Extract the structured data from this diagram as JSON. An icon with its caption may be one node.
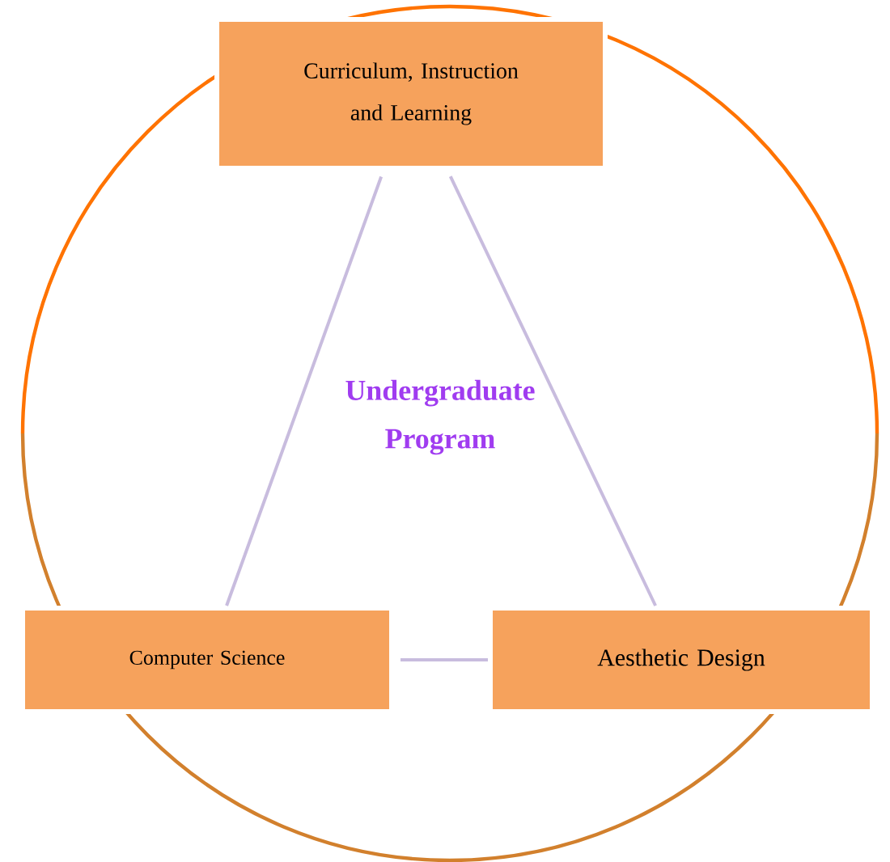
{
  "diagram": {
    "nodes": [
      {
        "text": [
          "Curriculum, Instruction and Learning"
        ]
      },
      {
        "text": [
          "Computer Science"
        ]
      },
      {
        "text": [
          "Aesthetic Design"
        ]
      }
    ],
    "edges": [
      {
        "from": 0,
        "to": 1,
        "arrow": "none"
      },
      {
        "from": 0,
        "to": 2,
        "arrow": "none"
      },
      {
        "from": 1,
        "to": 2,
        "arrow": "none"
      }
    ],
    "labels": [
      "Undergraduate Program"
    ]
  }
}
